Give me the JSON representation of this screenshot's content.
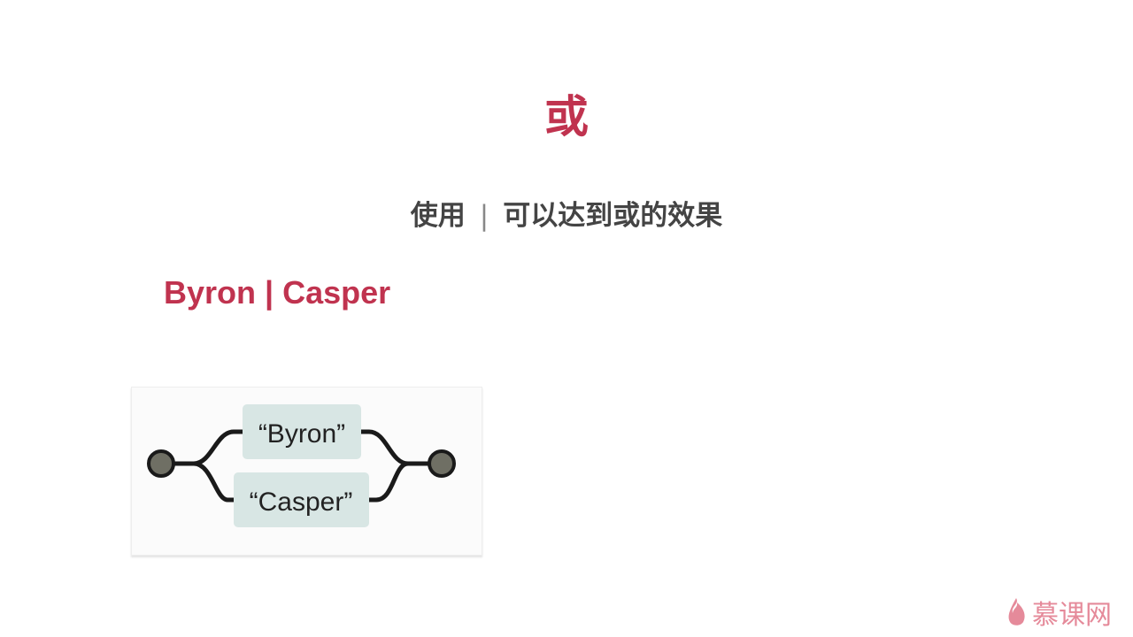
{
  "title": "或",
  "subtitle": {
    "before": "使用",
    "separator": "|",
    "after": "可以达到或的效果"
  },
  "example": "Byron | Casper",
  "diagram": {
    "options": [
      "“Byron”",
      "“Casper”"
    ]
  },
  "logo": {
    "text": "慕课网",
    "icon": "flame-icon"
  },
  "colors": {
    "accent": "#c0334f",
    "box": "#d8e6e4",
    "node": "#6f6f64"
  }
}
